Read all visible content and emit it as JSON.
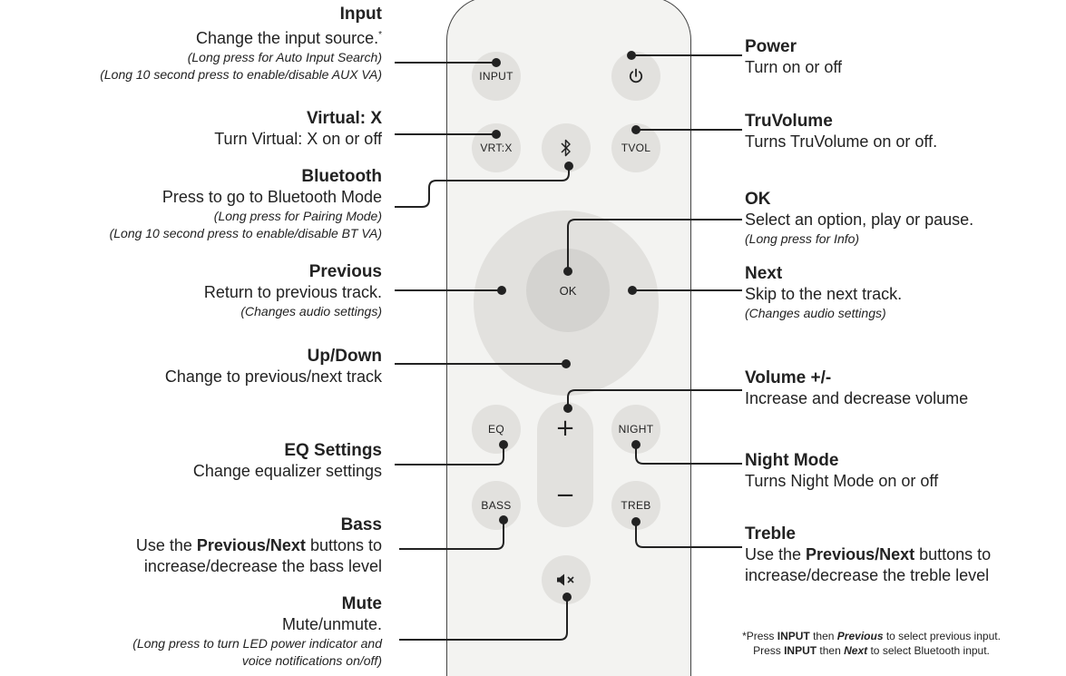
{
  "buttons": {
    "input": "INPUT",
    "vrtx": "VRT:X",
    "tvol": "TVOL",
    "ok": "OK",
    "eq": "EQ",
    "night": "NIGHT",
    "bass": "BASS",
    "treb": "TREB",
    "vol_plus": "+",
    "vol_minus": "−"
  },
  "labels": {
    "input": {
      "title": "Input",
      "desc": "Change the input source.",
      "mark": "*",
      "notes": [
        "(Long press for Auto Input Search)",
        "(Long 10 second press to enable/disable AUX VA)"
      ]
    },
    "virtual": {
      "title": "Virtual: X",
      "desc": "Turn Virtual: X on or off"
    },
    "bluetooth": {
      "title": "Bluetooth",
      "desc": "Press to go to Bluetooth Mode",
      "notes": [
        "(Long press for Pairing Mode)",
        "(Long 10 second press to enable/disable BT VA)"
      ]
    },
    "previous": {
      "title": "Previous",
      "desc": "Return to previous track.",
      "notes": [
        "(Changes audio settings)"
      ]
    },
    "updown": {
      "title": "Up/Down",
      "desc": "Change to previous/next track"
    },
    "eq": {
      "title": "EQ Settings",
      "desc": "Change equalizer settings"
    },
    "bass": {
      "title": "Bass",
      "desc_pre": "Use the ",
      "desc_bold": "Previous/Next",
      "desc_post": " buttons to",
      "desc2": "increase/decrease the bass level"
    },
    "mute": {
      "title": "Mute",
      "desc": "Mute/unmute.",
      "notes": [
        "(Long press to turn LED power indicator and",
        "voice notifications on/off)"
      ]
    },
    "power": {
      "title": "Power",
      "desc": "Turn on or off"
    },
    "truvolume": {
      "title": "TruVolume",
      "desc": "Turns TruVolume on or off."
    },
    "ok": {
      "title": "OK",
      "desc": "Select an option, play or pause.",
      "notes": [
        "(Long press for Info)"
      ]
    },
    "next": {
      "title": "Next",
      "desc": "Skip to the next track.",
      "notes": [
        "(Changes audio settings)"
      ]
    },
    "volume": {
      "title": "Volume +/-",
      "desc": "Increase and decrease volume"
    },
    "night": {
      "title": "Night Mode",
      "desc": "Turns Night Mode on or off"
    },
    "treble": {
      "title": "Treble",
      "desc_pre": "Use the ",
      "desc_bold": "Previous/Next",
      "desc_post": " buttons to",
      "desc2": "increase/decrease the treble level"
    }
  },
  "footnote": {
    "l1_a": "*Press ",
    "l1_b": "INPUT",
    "l1_c": " then ",
    "l1_d": "Previous",
    "l1_e": " to select previous input.",
    "l2_a": "Press ",
    "l2_b": "INPUT",
    "l2_c": " then ",
    "l2_d": "Next",
    "l2_e": " to select Bluetooth input."
  },
  "icons": {
    "power": "power-icon",
    "bluetooth": "bluetooth-icon",
    "mute": "mute-icon"
  }
}
